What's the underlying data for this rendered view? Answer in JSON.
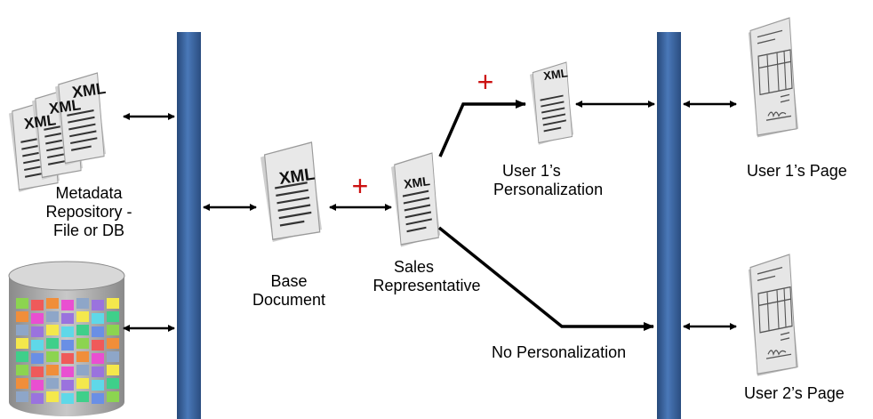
{
  "doc_label": "XML",
  "labels": {
    "metadata_repository": [
      "Metadata",
      "Repository -",
      "File or DB"
    ],
    "base_document": [
      "Base",
      "Document"
    ],
    "sales_representative": [
      "Sales",
      "Representative"
    ],
    "user1_personalization": [
      "User 1’s",
      "Personalization"
    ],
    "no_personalization": "No Personalization",
    "user1_page": "User 1’s Page",
    "user2_page": "User 2’s Page"
  },
  "plus_sign": "+",
  "colors": {
    "bar": "#3d6aa7",
    "plus": "#cc1111",
    "arrow": "#000000",
    "doc_fill": "#e6e6e6",
    "database_cells": [
      "#8cd450",
      "#e94fd1",
      "#f4e84c",
      "#6a8fe5",
      "#f08e3a",
      "#9a73de",
      "#3fcf8a",
      "#ef5a5a",
      "#8ea6c8",
      "#5fd8e8"
    ]
  },
  "icons": {
    "metadata_files": "stacked-xml-documents-icon",
    "database": "database-cylinder-icon",
    "document": "xml-document-icon",
    "page": "form-page-icon"
  }
}
